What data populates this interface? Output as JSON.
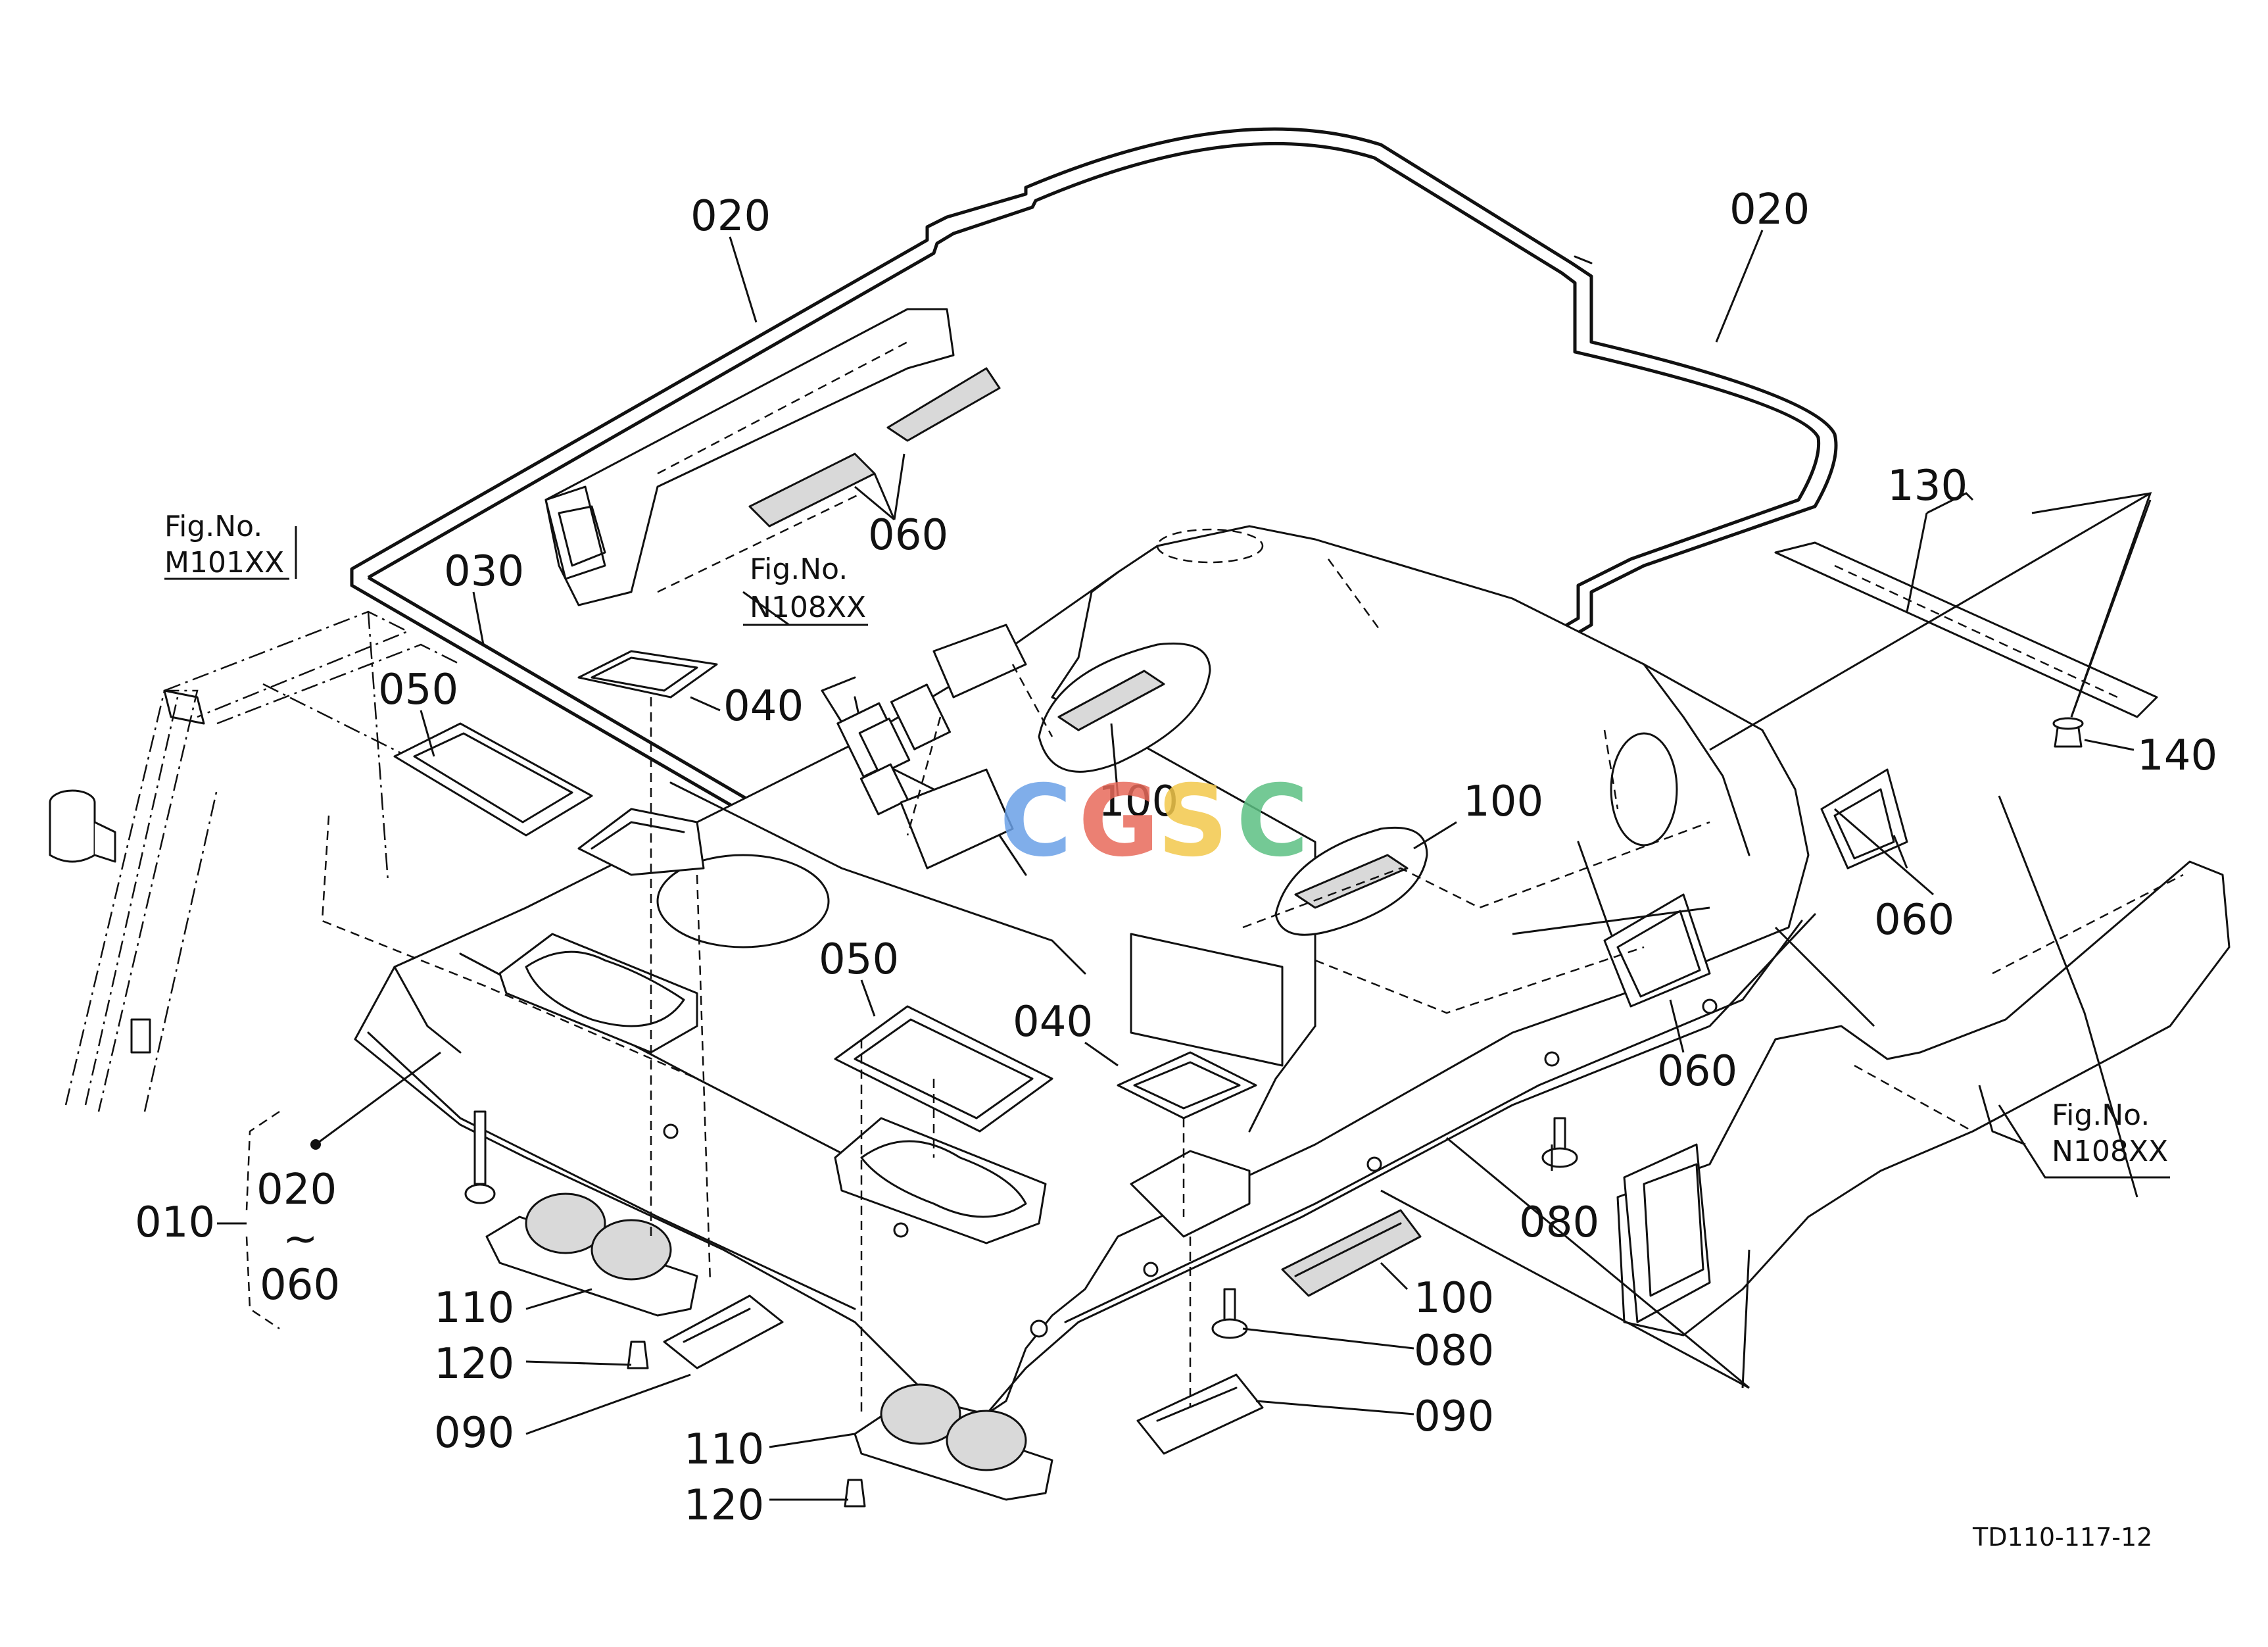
{
  "labels": {
    "l020a": "020",
    "l020b": "020",
    "l030": "030",
    "l060a": "060",
    "l060b": "060",
    "l060c": "060",
    "l040a": "040",
    "l040b": "040",
    "l050a": "050",
    "l050b": "050",
    "l100a": "100",
    "l100b": "100",
    "l100c": "100",
    "l130": "130",
    "l140": "140",
    "l010": "010",
    "l020c": "020",
    "ltilde": "~",
    "l060d": "060",
    "l110a": "110",
    "l110b": "110",
    "l120a": "120",
    "l120b": "120",
    "l090a": "090",
    "l090b": "090",
    "l080a": "080",
    "l080b": "080"
  },
  "refs": {
    "fig_prefix": "Fig.No.",
    "m101": "M101XX",
    "n108a": "N108XX",
    "n108b": "N108XX"
  },
  "drawing_code": "TD110-117-12",
  "watermark": {
    "letters": [
      "C",
      "G",
      "S",
      "C"
    ],
    "colors": [
      "#6aa0e6",
      "#e86a5a",
      "#f2c84b",
      "#5cbf82"
    ]
  }
}
